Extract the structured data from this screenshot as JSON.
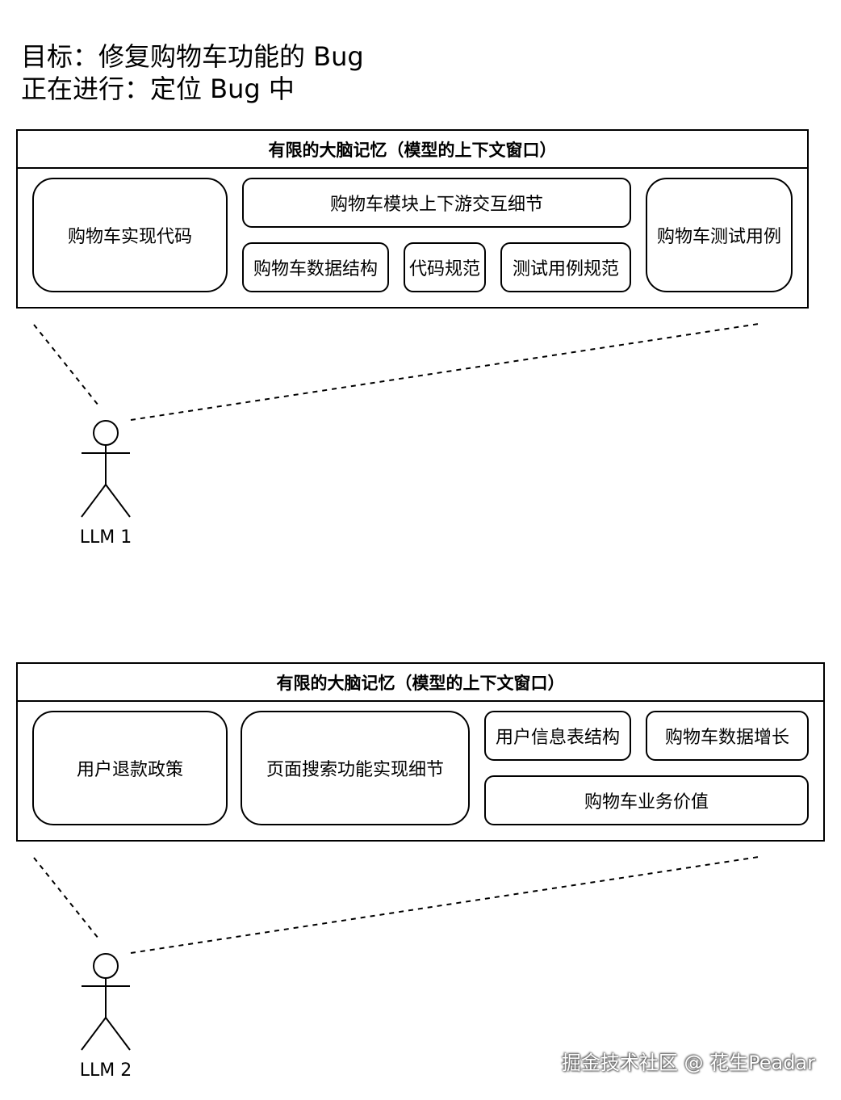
{
  "header": {
    "goal": "目标：修复购物车功能的 Bug",
    "in_progress": "正在进行：定位 Bug 中"
  },
  "panel1": {
    "title": "有限的大脑记忆（模型的上下文窗口）",
    "boxes": {
      "impl_code": "购物车实现代码",
      "module_details": "购物车模块上下游交互细节",
      "data_structure": "购物车数据结构",
      "code_style": "代码规范",
      "test_style": "测试用例规范",
      "test_cases": "购物车测试用例"
    }
  },
  "actor1": {
    "label": "LLM 1"
  },
  "panel2": {
    "title": "有限的大脑记忆（模型的上下文窗口）",
    "boxes": {
      "refund_policy": "用户退款政策",
      "search_details": "页面搜索功能实现细节",
      "user_table": "用户信息表结构",
      "data_growth": "购物车数据增长",
      "business_value": "购物车业务价值"
    }
  },
  "actor2": {
    "label": "LLM 2"
  },
  "watermark": "掘金技术社区 @ 花生Peadar"
}
